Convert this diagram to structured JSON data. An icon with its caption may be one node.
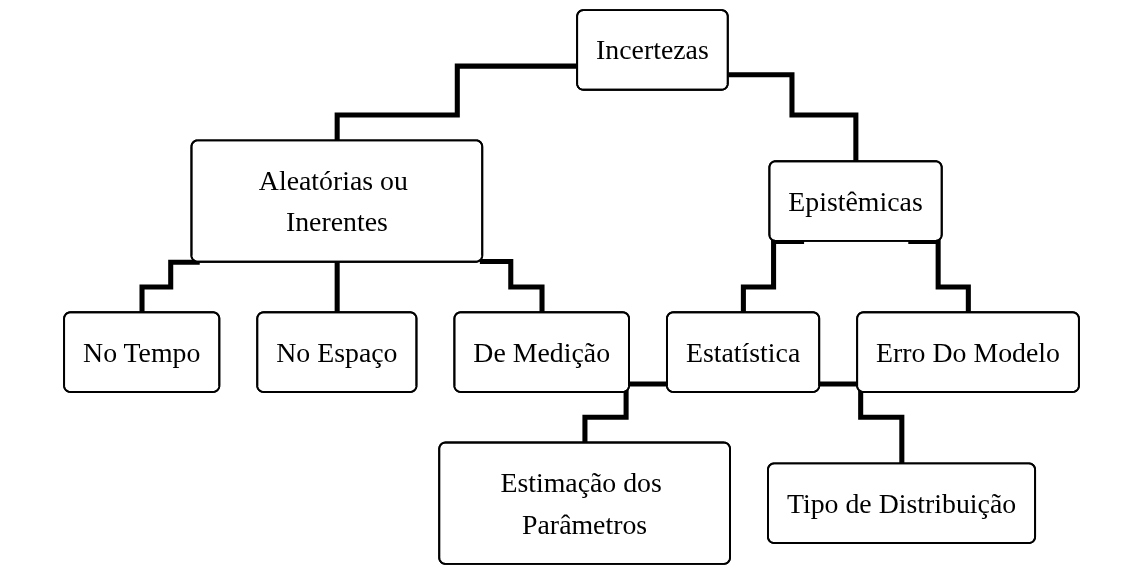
{
  "diagram": {
    "nodes": [
      {
        "text": [
          "Incertezas"
        ]
      },
      {
        "text": [
          "Aleatórias ou Inerentes"
        ]
      },
      {
        "text": [
          "Epistêmicas"
        ]
      },
      {
        "text": [
          "No Tempo"
        ]
      },
      {
        "text": [
          "No Espaço"
        ]
      },
      {
        "text": [
          "De Medição"
        ]
      },
      {
        "text": [
          "Estatística"
        ]
      },
      {
        "text": [
          "Erro Do Modelo"
        ]
      },
      {
        "text": [
          "Estimação dos Parâmetros"
        ]
      },
      {
        "text": [
          "Tipo de Distribuição"
        ]
      }
    ],
    "edges": [
      {
        "from": 0,
        "to": 1,
        "arrow": "none"
      },
      {
        "from": 0,
        "to": 2,
        "arrow": "none"
      },
      {
        "from": 1,
        "to": 3,
        "arrow": "none"
      },
      {
        "from": 1,
        "to": 4,
        "arrow": "none"
      },
      {
        "from": 1,
        "to": 5,
        "arrow": "none"
      },
      {
        "from": 2,
        "to": 6,
        "arrow": "none"
      },
      {
        "from": 2,
        "to": 7,
        "arrow": "none"
      },
      {
        "from": 6,
        "to": 8,
        "arrow": "none"
      },
      {
        "from": 6,
        "to": 9,
        "arrow": "none"
      }
    ]
  }
}
